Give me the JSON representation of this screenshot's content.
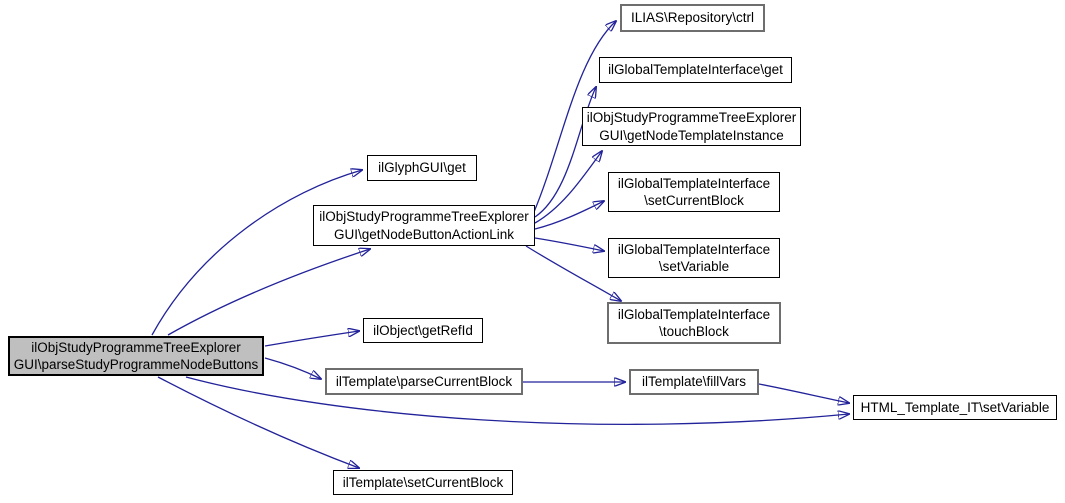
{
  "graph": {
    "type": "call-graph",
    "colors": {
      "edge": "#22229a",
      "node_border": "#000000",
      "emphasis_border": "#6e6e6e",
      "root_fill": "#bfbfbf",
      "node_fill": "#ffffff",
      "background": "#ffffff"
    },
    "nodes": {
      "root": {
        "line1": "ilObjStudyProgrammeTreeExplorer",
        "line2": "GUI\\parseStudyProgrammeNodeButtons"
      },
      "glyph_get": {
        "label": "ilGlyphGUI\\get"
      },
      "action_link": {
        "line1": "ilObjStudyProgrammeTreeExplorer",
        "line2": "GUI\\getNodeButtonActionLink"
      },
      "repository_ctrl": {
        "label": "ILIAS\\Repository\\ctrl"
      },
      "global_get": {
        "label": "ilGlobalTemplateInterface\\get"
      },
      "node_template_instance": {
        "line1": "ilObjStudyProgrammeTreeExplorer",
        "line2": "GUI\\getNodeTemplateInstance"
      },
      "global_set_current_block": {
        "line1": "ilGlobalTemplateInterface",
        "line2": "\\setCurrentBlock"
      },
      "global_set_variable": {
        "line1": "ilGlobalTemplateInterface",
        "line2": "\\setVariable"
      },
      "global_touch_block": {
        "line1": "ilGlobalTemplateInterface",
        "line2": "\\touchBlock"
      },
      "get_ref_id": {
        "label": "ilObject\\getRefId"
      },
      "parse_current_block": {
        "label": "ilTemplate\\parseCurrentBlock"
      },
      "fill_vars": {
        "label": "ilTemplate\\fillVars"
      },
      "html_set_variable": {
        "label": "HTML_Template_IT\\setVariable"
      },
      "template_set_current_block": {
        "label": "ilTemplate\\setCurrentBlock"
      }
    },
    "edges": [
      {
        "from": "root",
        "to": "glyph_get"
      },
      {
        "from": "root",
        "to": "action_link"
      },
      {
        "from": "root",
        "to": "get_ref_id"
      },
      {
        "from": "root",
        "to": "parse_current_block"
      },
      {
        "from": "root",
        "to": "html_set_variable"
      },
      {
        "from": "root",
        "to": "template_set_current_block"
      },
      {
        "from": "action_link",
        "to": "repository_ctrl"
      },
      {
        "from": "action_link",
        "to": "global_get"
      },
      {
        "from": "action_link",
        "to": "node_template_instance"
      },
      {
        "from": "action_link",
        "to": "global_set_current_block"
      },
      {
        "from": "action_link",
        "to": "global_set_variable"
      },
      {
        "from": "action_link",
        "to": "global_touch_block"
      },
      {
        "from": "parse_current_block",
        "to": "fill_vars"
      },
      {
        "from": "fill_vars",
        "to": "html_set_variable"
      }
    ]
  }
}
